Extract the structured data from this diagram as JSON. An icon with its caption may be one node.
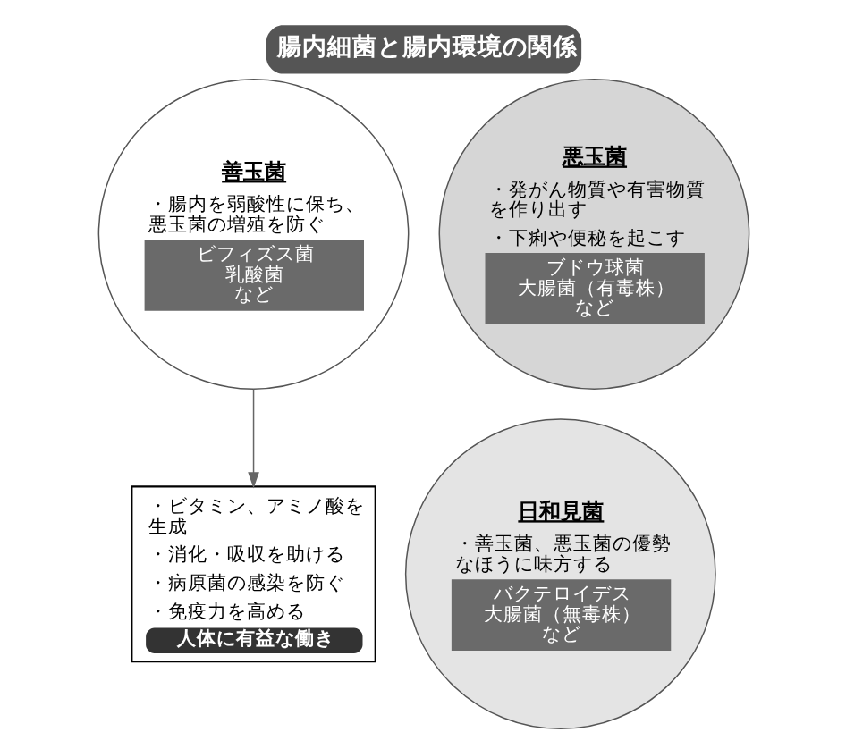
{
  "diagram": {
    "title": "腸内細菌と腸内環境の関係",
    "nodes": [
      {
        "text": [
          "善玉菌",
          "・腸内を弱酸性に保ち、悪玉菌の増殖を防ぐ",
          "ビフィズス菌",
          "乳酸菌",
          "など"
        ]
      },
      {
        "text": [
          "悪玉菌",
          "・発がん物質や有害物質を作り出す",
          "・下痢や便秘を起こす",
          "ブドウ球菌",
          "大腸菌（有毒株）",
          "など"
        ]
      },
      {
        "text": [
          "日和見菌",
          "・善玉菌、悪玉菌の優勢なほうに味方する",
          "バクテロイデス",
          "大腸菌（無毒株）",
          "など"
        ]
      },
      {
        "text": [
          "・ビタミン、アミノ酸を生成",
          "・消化・吸収を助ける",
          "・病原菌の感染を防ぐ",
          "・免疫力を高める",
          "人体に有益な働き"
        ]
      }
    ],
    "edges": [
      {
        "from": 0,
        "to": 3,
        "arrow": "to"
      }
    ]
  }
}
